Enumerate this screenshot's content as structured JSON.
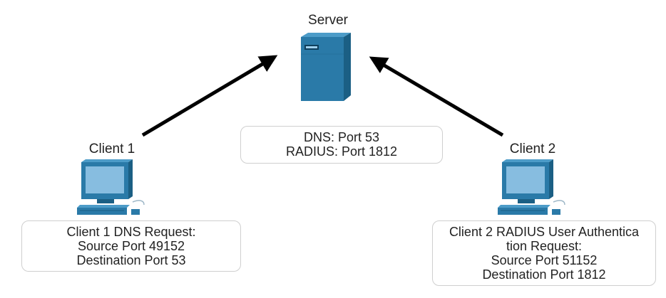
{
  "nodes": {
    "server": {
      "label": "Server"
    },
    "client1": {
      "label": "Client 1"
    },
    "client2": {
      "label": "Client 2"
    }
  },
  "server_ports": {
    "lines": [
      "DNS: Port 53",
      "RADIUS: Port 1812"
    ]
  },
  "client1_request": {
    "lines": [
      "Client 1 DNS Request:",
      "Source Port 49152",
      "Destination Port 53"
    ]
  },
  "client2_request": {
    "lines": [
      "Client 2 RADIUS User Authentica",
      "tion Request:",
      "Source Port 51152",
      "Destination Port 1812"
    ]
  },
  "colors": {
    "device_dark": "#1b5f84",
    "device_mid": "#2a7aa8",
    "device_light": "#4d9cc8",
    "screen": "#87bde0",
    "arrow": "#000000",
    "box_border": "#cfcfcf"
  },
  "icons": {
    "server": "server-icon",
    "client1": "desktop-computer-icon",
    "client2": "desktop-computer-icon"
  }
}
